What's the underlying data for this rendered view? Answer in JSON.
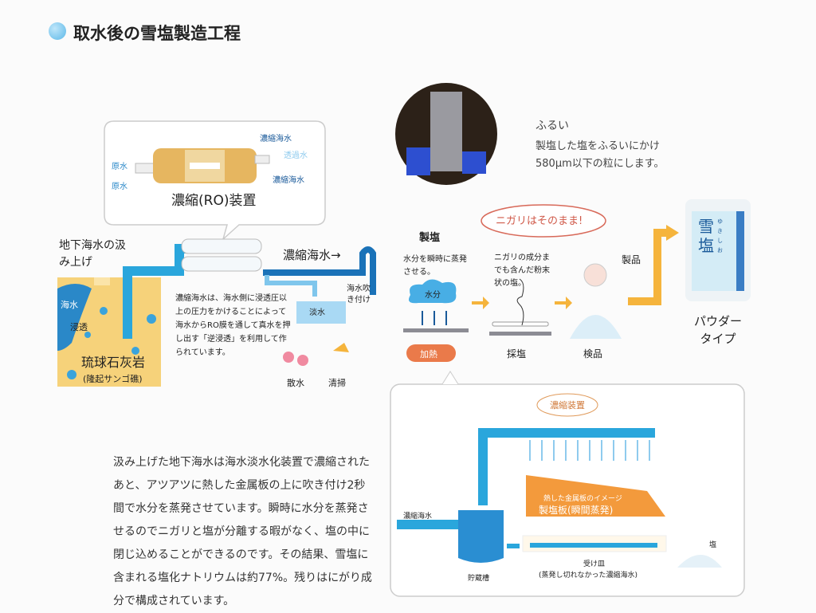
{
  "title": "取水後の雪塩製造工程",
  "colors": {
    "title_icon": "#6fc3ec",
    "water": "#2aa6dc",
    "deep_water": "#1a72b8",
    "limestone": "#f6d27a",
    "arrow": "#f5b43c",
    "heat": "#ea7a4a",
    "plate": "#f39a3c"
  },
  "ro": {
    "label": "濃縮(RO)装置",
    "in1": "原水",
    "in2": "原水",
    "out1": "濃縮海水",
    "out2": "透過水",
    "out3": "濃縮海水"
  },
  "sieve": {
    "title": "ふるい",
    "line1": "製塩した塩をふるいにかけ",
    "line2": "580μm以下の粒にします。"
  },
  "left": {
    "pump": "地下海水の汲み上げ",
    "sea": "海水",
    "seep": "浸透",
    "rock": "琉球石灰岩",
    "rock_sub": "(隆起サンゴ礁)",
    "concentrated": "濃縮海水→",
    "note": "濃縮海水は、海水側に浸透圧以上の圧力をかけることによって海水からRO膜を通して真水を押し出す「逆浸透」を利用して作られています。",
    "fresh": "淡水",
    "watering": "散水",
    "cleaning": "清掃",
    "spray": "海水吹き付け"
  },
  "flow": {
    "salt_making": "製塩",
    "evap_note": "水分を瞬時に蒸発させる。",
    "moisture": "水分",
    "heat": "加熱",
    "nigari_bubble": "ニガリはそのまま!",
    "nigari_note": "ニガリの成分までも含んだ粉末状の塩。",
    "collect": "採塩",
    "inspect": "検品",
    "product": "製品",
    "package_main": "雪塩",
    "package_ruby": "ゆきしお",
    "type": "パウダータイプ"
  },
  "detail": {
    "bubble": "濃縮装置",
    "inlet": "濃縮海水",
    "plate_sub": "熱した金属板のイメージ",
    "plate": "製塩板(瞬間蒸発)",
    "salt": "塩",
    "tray": "受け皿",
    "tray_sub": "(蒸発し切れなかった濃縮海水)",
    "tank": "貯蔵槽"
  },
  "paragraph": "汲み上げた地下海水は海水淡水化装置で濃縮されたあと、アツアツに熱した金属板の上に吹き付け2秒間で水分を蒸発させています。瞬時に水分を蒸発させるのでニガリと塩が分離する暇がなく、塩の中に閉じ込めることができるのです。その結果、雪塩に含まれる塩化ナトリウムは約77%。残りはにがり成分で構成されています。"
}
